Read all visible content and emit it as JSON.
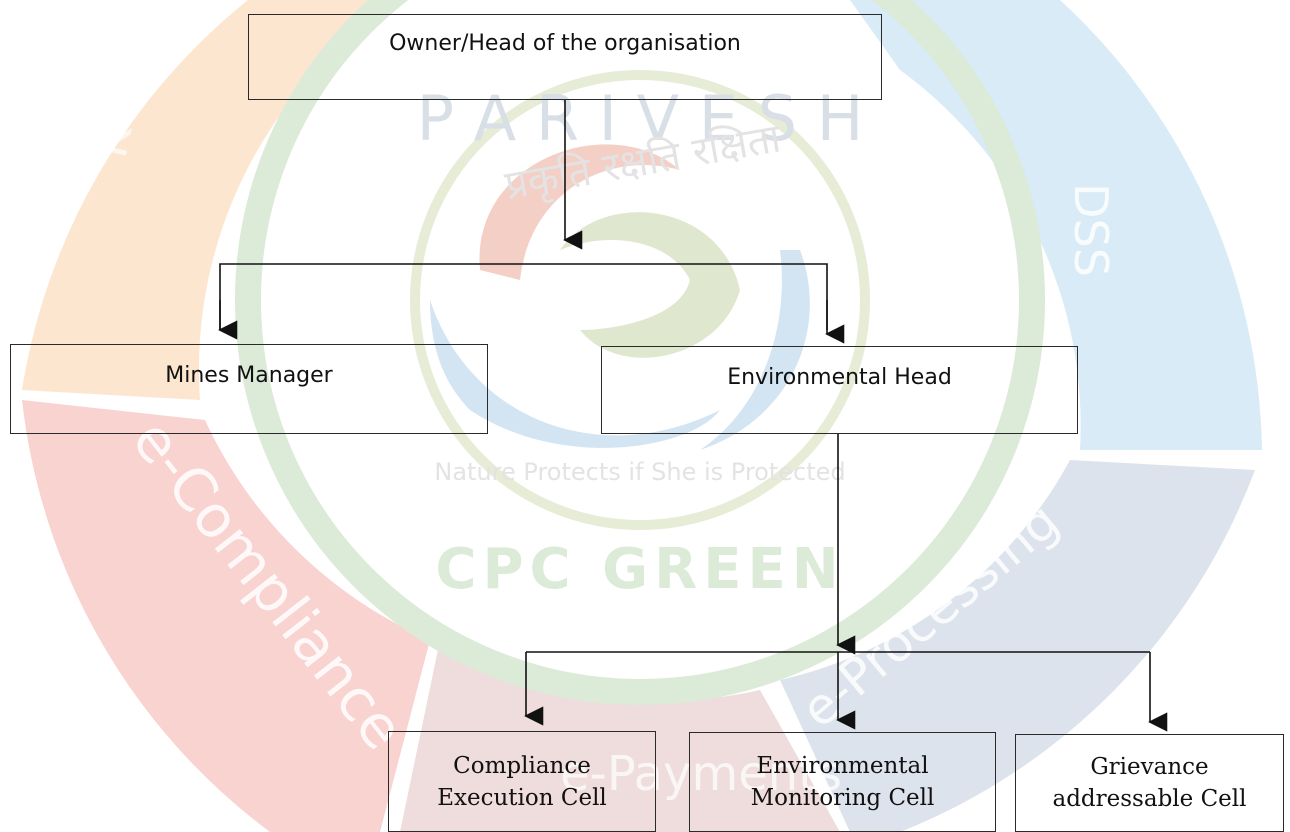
{
  "watermark": {
    "segments": {
      "kya": "KYA",
      "dss": "DSS",
      "e_compliance": "e-Compliance",
      "e_processing": "e-Processing",
      "e_payments": "e-Payments"
    },
    "seal_top": "P A R I V E S H",
    "seal_hindi": "प्रकृति रक्षति रक्षिता",
    "seal_motto": "Nature Protects if She is Protected",
    "seal_bottom": "CPC GREEN",
    "colors": {
      "kya": "#fde6cf",
      "dss": "#d8ebf6",
      "e_compliance": "#f9d3d0",
      "e_processing": "#dde3ec",
      "e_payments": "#efdcdc",
      "seal_green": "#dcead8"
    }
  },
  "org_chart": {
    "owner": "Owner/Head of the organisation",
    "mines_manager": "Mines Manager",
    "environmental_head": "Environmental Head",
    "compliance_cell": [
      "Compliance",
      "Execution Cell"
    ],
    "monitoring_cell": [
      "Environmental",
      "Monitoring Cell"
    ],
    "grievance_cell": [
      "Grievance",
      "addressable Cell"
    ]
  }
}
